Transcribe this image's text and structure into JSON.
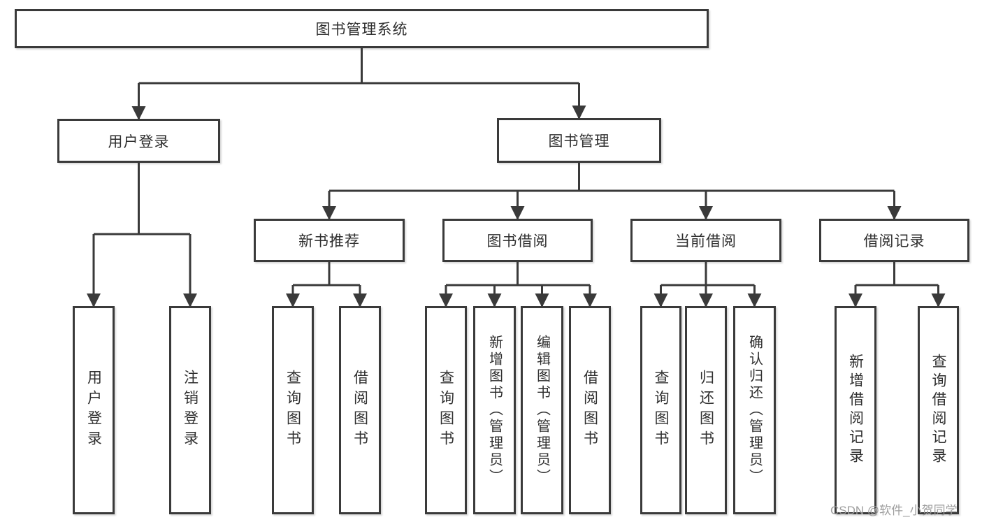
{
  "tree": {
    "label": "图书管理系统",
    "children": [
      {
        "label": "用户登录",
        "children": [
          {
            "label": "用户登录"
          },
          {
            "label": "注销登录"
          }
        ]
      },
      {
        "label": "图书管理",
        "children": [
          {
            "label": "新书推荐",
            "children": [
              {
                "label": "查询图书"
              },
              {
                "label": "借阅图书"
              }
            ]
          },
          {
            "label": "图书借阅",
            "children": [
              {
                "label": "查询图书"
              },
              {
                "label": "新增图书（管理员）"
              },
              {
                "label": "编辑图书（管理员）"
              },
              {
                "label": "借阅图书"
              }
            ]
          },
          {
            "label": "当前借阅",
            "children": [
              {
                "label": "查询图书"
              },
              {
                "label": "归还图书"
              },
              {
                "label": "确认归还（管理员）"
              }
            ]
          },
          {
            "label": "借阅记录",
            "children": [
              {
                "label": "新增借阅记录"
              },
              {
                "label": "查询借阅记录"
              }
            ]
          }
        ]
      }
    ]
  },
  "watermark": {
    "text": "CSDN @软件_小贺同学"
  },
  "colors": {
    "line": "#3a3a3a",
    "text": "#2f2f2f",
    "watermark": "#9e9e9e",
    "background": "#ffffff"
  }
}
